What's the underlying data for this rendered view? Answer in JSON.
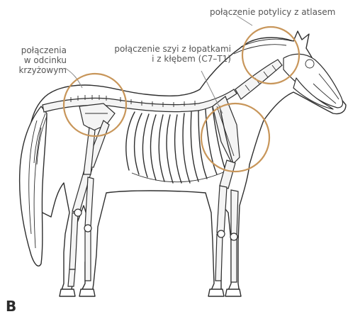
{
  "labels": {
    "poll": "połączenie potylicy z atlasem",
    "sacral_line1": "połączenia",
    "sacral_line2": "w odcinku",
    "sacral_line3": "krzyżowym",
    "neck_line1": "połączenie szyi z łopatkami",
    "neck_line2": "i z kłębem (C7–T1)"
  },
  "panel_letter": "B",
  "colors": {
    "highlight_ring": "#c8965a",
    "label_text": "#555555",
    "line_art": "#2e2e2e"
  }
}
